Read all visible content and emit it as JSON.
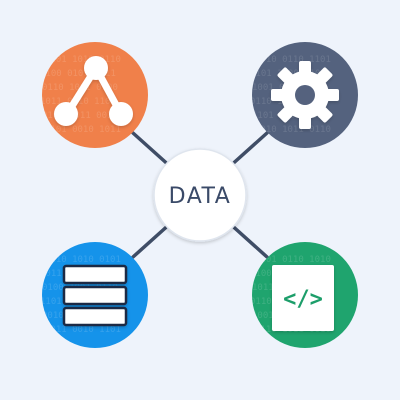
{
  "diagram": {
    "center": {
      "label": "DATA"
    },
    "nodes": [
      {
        "id": "share",
        "icon": "share-network-icon",
        "color": "#f0804a"
      },
      {
        "id": "settings",
        "icon": "gear-icon",
        "color": "#54627e"
      },
      {
        "id": "database",
        "icon": "database-stack-icon",
        "color": "#1593ea"
      },
      {
        "id": "code",
        "icon": "code-brackets-icon",
        "color": "#1fa46e",
        "label": "</>"
      }
    ],
    "connector_color": "#3f4d66",
    "center_fill": "#ffffff",
    "background": "#eef3fb"
  }
}
